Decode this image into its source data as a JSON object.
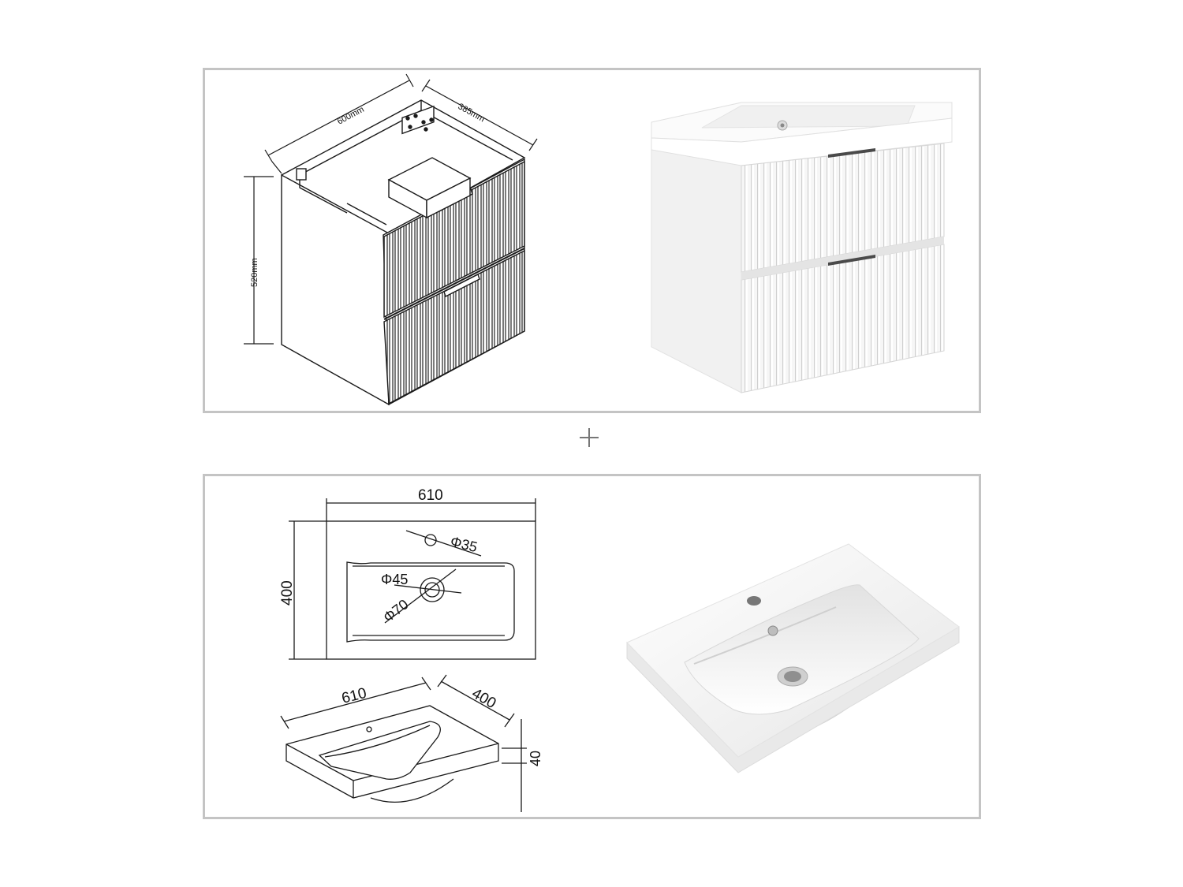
{
  "cabinet_diagram": {
    "width_label": "600mm",
    "depth_label": "385mm",
    "height_label": "520mm"
  },
  "basin_top_view": {
    "width_label": "610",
    "depth_label": "400",
    "overflow_label": "Φ35",
    "drain_inner_label": "Φ45",
    "drain_outer_label": "Φ70"
  },
  "basin_iso_view": {
    "width_label": "610",
    "depth_label": "400",
    "thickness_label": "40"
  },
  "separator_symbol": "+",
  "colors": {
    "panel_border": "#c4c4c4",
    "line": "#1a1a1a",
    "product_white": "#f4f4f4",
    "product_shadow": "#d9d9d9",
    "handle": "#4a4a4a"
  }
}
